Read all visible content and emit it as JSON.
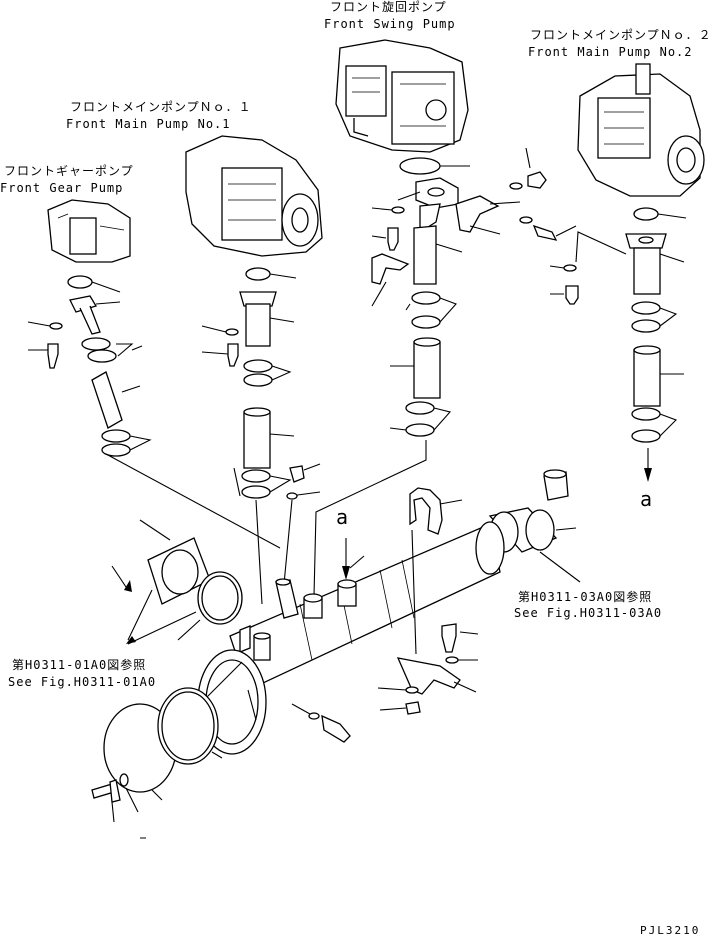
{
  "labels": {
    "front_swing_pump_jp": "フロント旋回ポンプ",
    "front_swing_pump_en": "Front Swing Pump",
    "front_main_pump2_jp": "フロントメインポンプＮｏ．２",
    "front_main_pump2_en": "Front Main Pump No.2",
    "front_main_pump1_jp": "フロントメインポンプＮｏ．１",
    "front_main_pump1_en": "Front Main Pump No.1",
    "front_gear_pump_jp": "フロントギャーポンプ",
    "front_gear_pump_en": "Front Gear Pump",
    "ref_a_upper": "a",
    "ref_a_lower": "a",
    "ref_fig_03_jp": "第H0311-03A0図参照",
    "ref_fig_03_en": "See Fig.H0311-03A0",
    "ref_fig_01_jp": "第H0311-01A0図参照",
    "ref_fig_01_en": "See Fig.H0311-01A0",
    "drawing_code": "PJL3210"
  }
}
